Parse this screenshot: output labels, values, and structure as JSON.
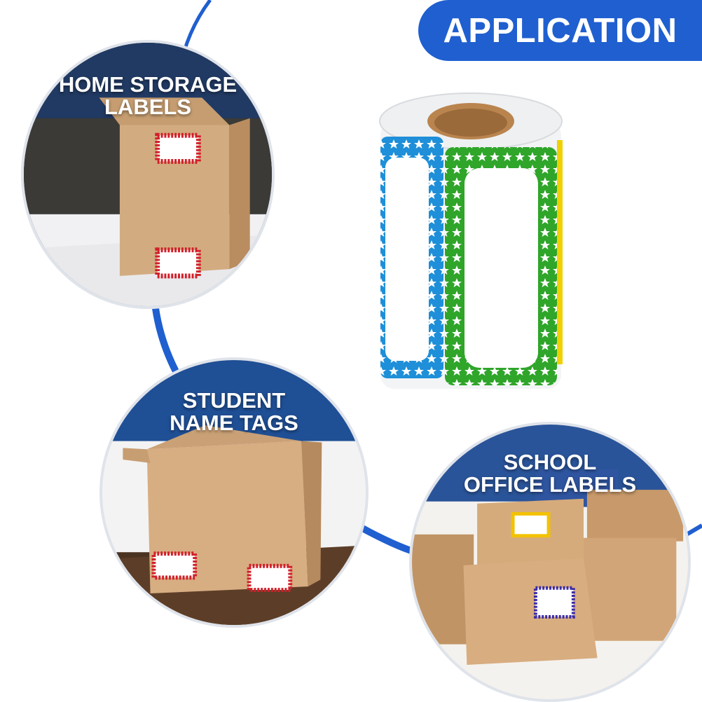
{
  "banner": {
    "title": "APPLICATION"
  },
  "panels": [
    {
      "caption_lines": [
        "HOME STORAGE",
        "LABELS"
      ],
      "label_color": "#d21f2a"
    },
    {
      "caption_lines": [
        "STUDENT",
        "NAME TAGS"
      ],
      "label_color": "#d21f2a"
    },
    {
      "caption_lines": [
        "SCHOOL",
        "OFFICE LABELS"
      ],
      "label_colors": [
        "#f2c200",
        "#3a2aa8"
      ]
    }
  ],
  "roll": {
    "label_colors": [
      "#1e8fd8",
      "#2fa52a",
      "#f0d000"
    ]
  },
  "colors": {
    "accent": "#1f5fd0",
    "connector": "#1f5fd0",
    "cardboard": "#cfa57a"
  }
}
